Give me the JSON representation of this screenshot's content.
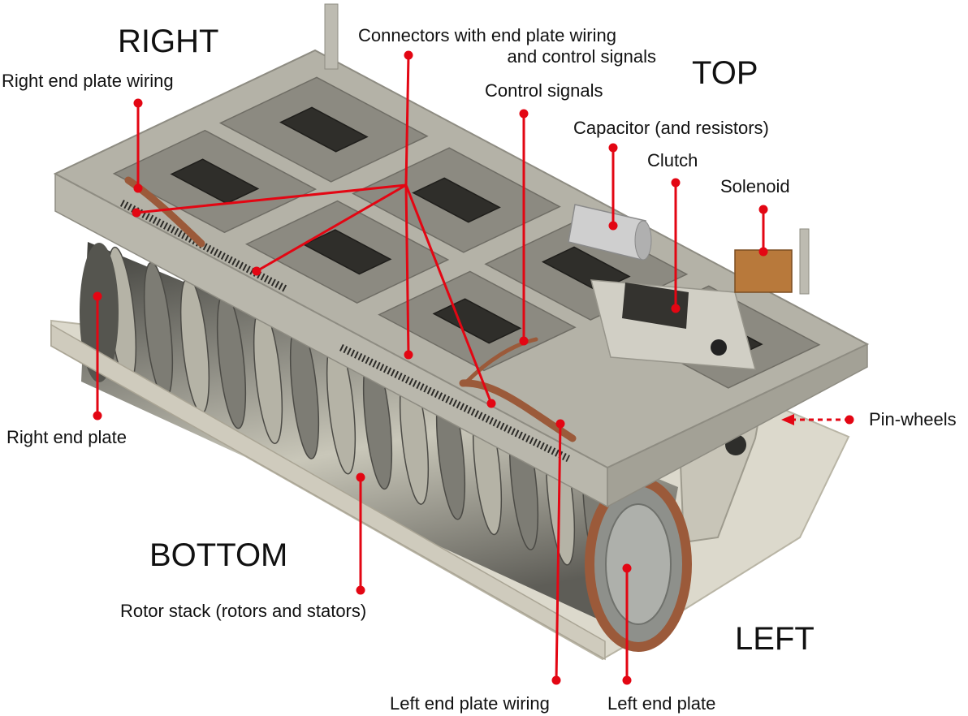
{
  "labels": {
    "right": "RIGHT",
    "top": "TOP",
    "bottom": "BOTTOM",
    "left": "LEFT"
  },
  "callouts": {
    "connectors_line1": "Connectors with end plate wiring",
    "connectors_line2": "and control signals",
    "right_end_plate_wiring": "Right end plate wiring",
    "control_signals": "Control signals",
    "capacitor": "Capacitor (and resistors)",
    "clutch": "Clutch",
    "solenoid": "Solenoid",
    "pin_wheels": "Pin-wheels",
    "right_end_plate": "Right end plate",
    "rotor_stack": "Rotor stack (rotors and stators)",
    "left_end_plate_wiring": "Left end plate wiring",
    "left_end_plate": "Left end plate"
  },
  "colors": {
    "callout": "#e30613",
    "text": "#111111",
    "metal": "#b4b2a7",
    "tray": "#dcd9cc",
    "wiring": "#9b5a3a"
  }
}
